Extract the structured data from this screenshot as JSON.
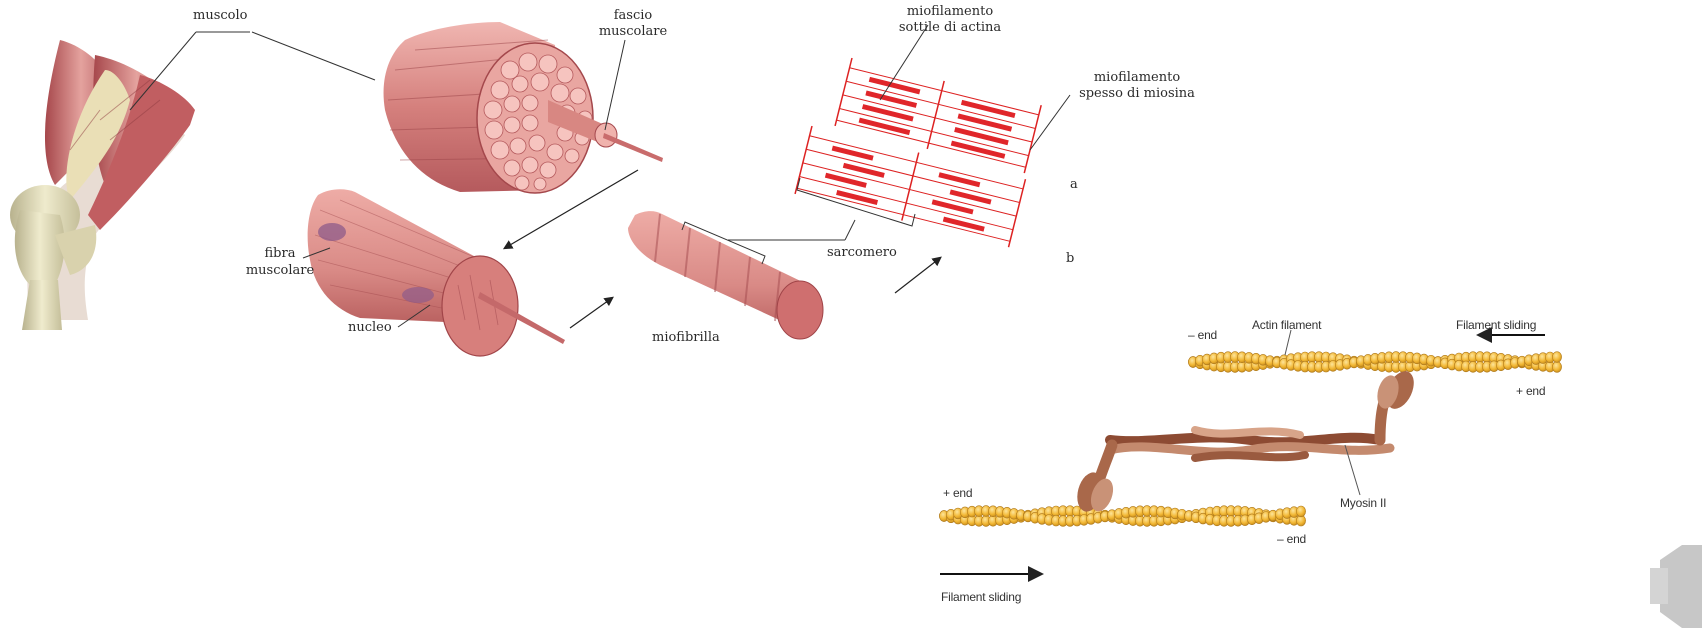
{
  "muscle_diagram": {
    "labels": {
      "muscolo": "muscolo",
      "fascio_line1": "fascio",
      "fascio_line2": "muscolare",
      "fibra_line1": "fibra",
      "fibra_line2": "muscolare",
      "nucleo": "nucleo",
      "miofibrilla": "miofibrilla",
      "actina_line1": "miofilamento",
      "actina_line2": "sottile di actina",
      "miosina_line1": "miofilamento",
      "miosina_line2": "spesso di miosina",
      "sarcomero": "sarcomero",
      "a": "a",
      "b": "b"
    }
  },
  "sliding_diagram": {
    "labels": {
      "actin_filament": "Actin filament",
      "filament_sliding_top": "Filament sliding",
      "minus_end_top": "– end",
      "plus_end_right": "+ end",
      "plus_end_left": "+ end",
      "myosin": "Myosin II",
      "minus_end_bottom": "– end",
      "filament_sliding_bottom": "Filament sliding"
    }
  },
  "colors": {
    "muscle_red": "#c8676a",
    "muscle_light": "#e9a8a4",
    "bone": "#e6e1bf",
    "sarcomere_red": "#e02a2a",
    "actin_yellow": "#f2b734",
    "myosin_brown": "#a9684a"
  }
}
